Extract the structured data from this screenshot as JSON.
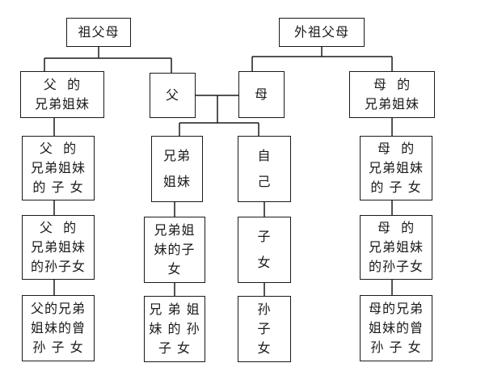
{
  "nodes": {
    "grandparents_paternal": [
      "祖父母"
    ],
    "grandparents_maternal": [
      "外祖父母"
    ],
    "father_siblings": [
      "父  的",
      "兄弟姐妹"
    ],
    "father": [
      "父"
    ],
    "mother": [
      "母"
    ],
    "mother_siblings": [
      "母  的",
      "兄弟姐妹"
    ],
    "father_siblings_children": [
      "父  的",
      "兄弟姐妹",
      "的 子 女"
    ],
    "siblings": [
      "兄弟",
      "姐妹"
    ],
    "self": [
      "自",
      "己"
    ],
    "mother_siblings_children": [
      "母  的",
      "兄弟姐妹",
      "的 子 女"
    ],
    "father_siblings_grandchildren": [
      "父  的",
      "兄弟姐妹",
      "的孙子女"
    ],
    "siblings_children": [
      "兄弟姐",
      "妹的子",
      "女"
    ],
    "children": [
      "子",
      "女"
    ],
    "mother_siblings_grandchildren": [
      "母  的",
      "兄弟姐妹",
      "的孙子女"
    ],
    "father_siblings_great_grandchildren": [
      "父的兄弟",
      "姐妹的曾",
      "孙 子 女"
    ],
    "siblings_grandchildren": [
      "兄 弟 姐",
      "妹 的 孙",
      "子 女"
    ],
    "grandchildren": [
      "孙",
      "子",
      "女"
    ],
    "mother_siblings_great_grandchildren": [
      "母的兄弟",
      "姐妹的曾",
      "孙 子 女"
    ]
  }
}
